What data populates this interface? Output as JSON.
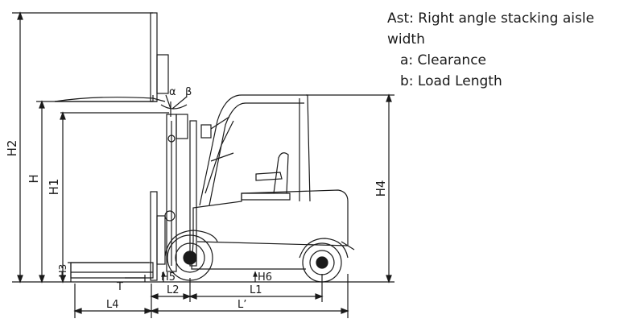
{
  "legend": {
    "title": "Ast: Right angle stacking aisle width",
    "a": "a: Clearance",
    "b": "b: Load Length"
  },
  "labels": {
    "H2": "H2",
    "H": "H",
    "H1": "H1",
    "H3": "H3",
    "H4": "H4",
    "H5": "H5",
    "H6": "H6",
    "T": "T",
    "L1": "L1",
    "L2": "L2",
    "L4": "L4",
    "Lprime": "L’",
    "alpha": "α",
    "beta": "β"
  }
}
